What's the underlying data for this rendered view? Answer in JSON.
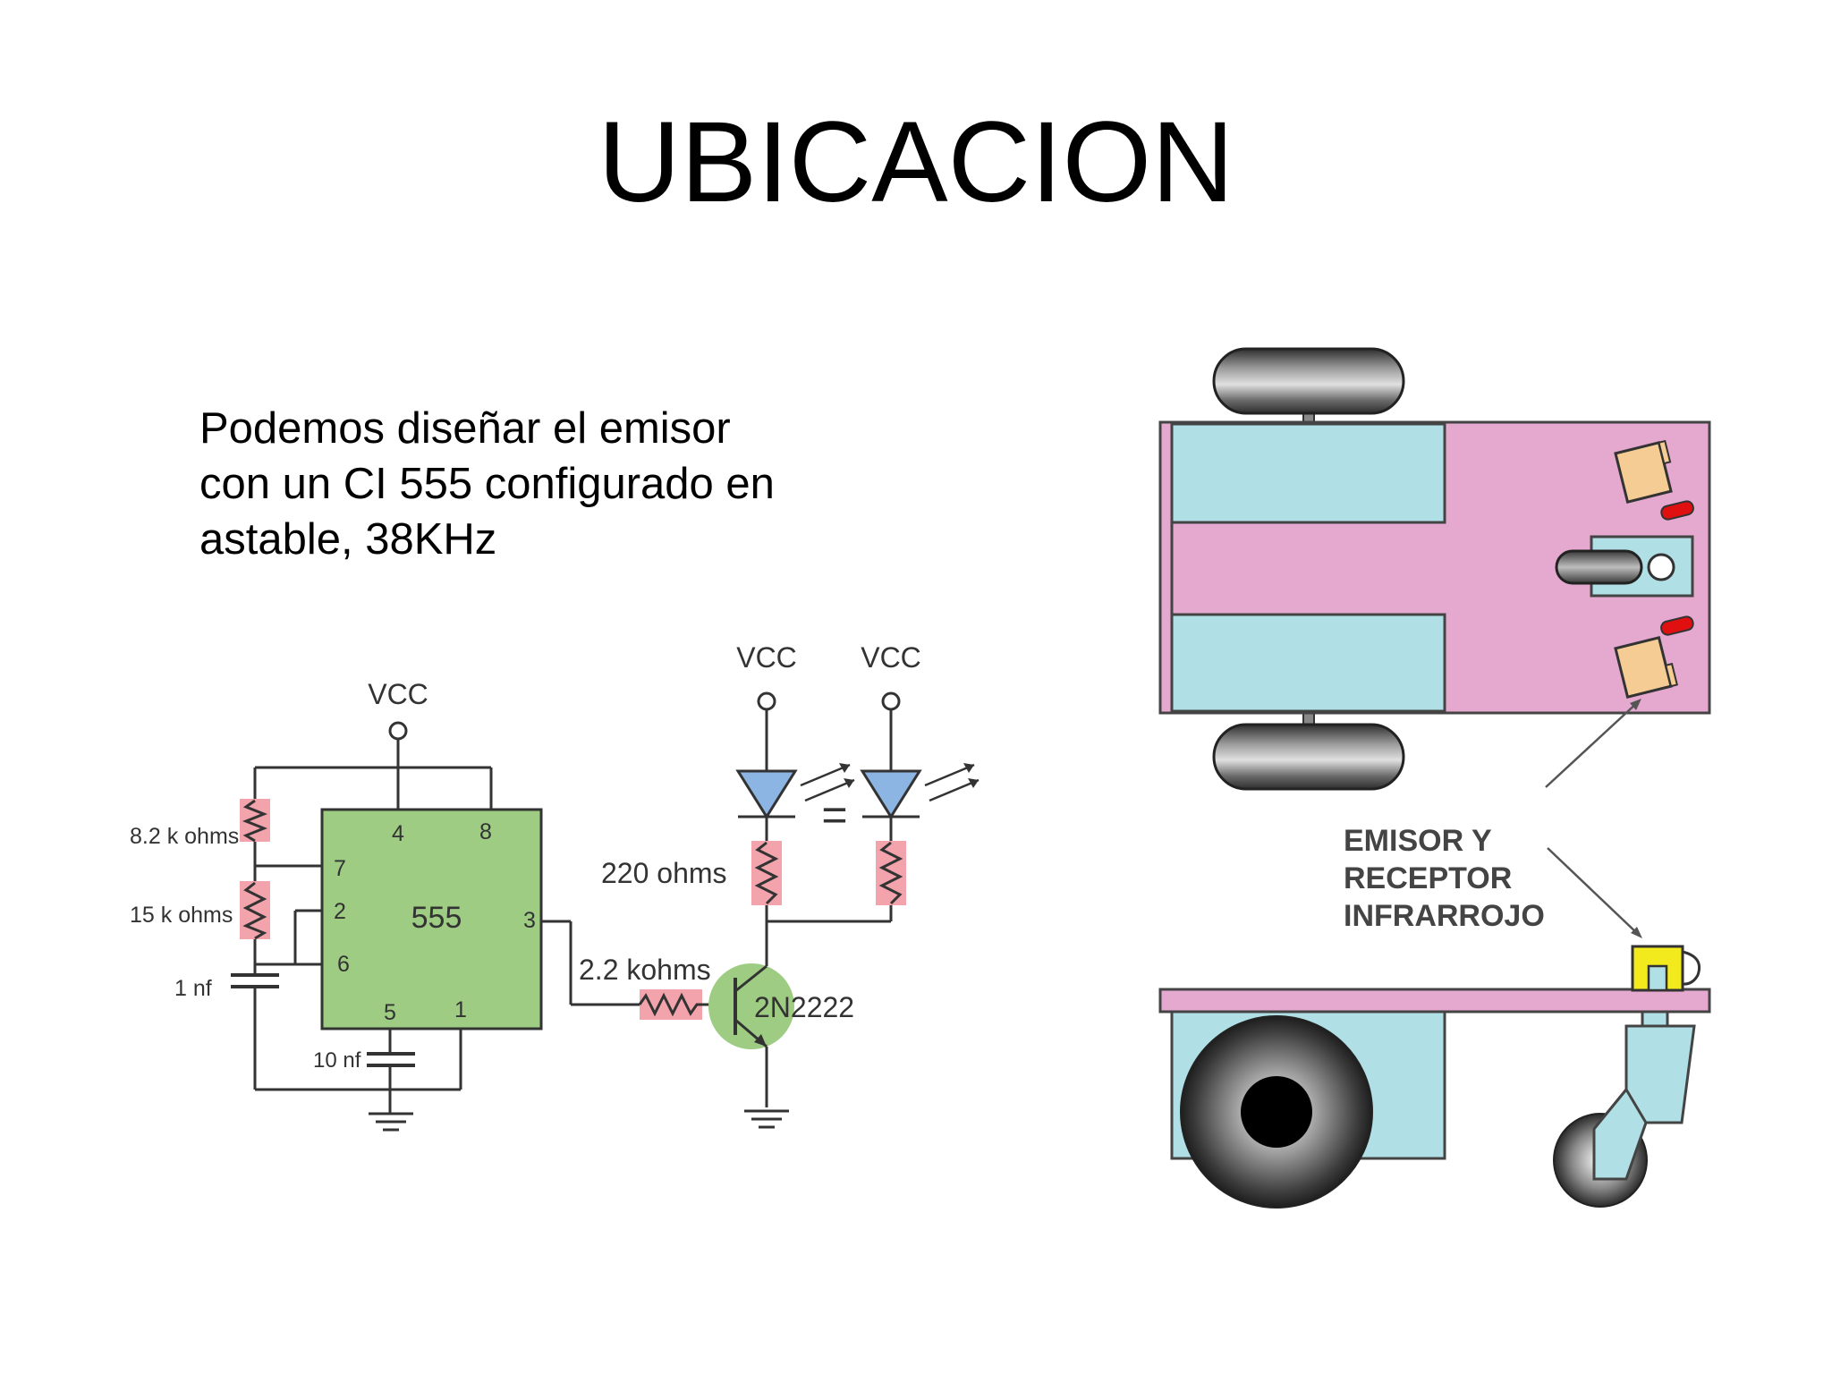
{
  "slide": {
    "title": "UBICACION",
    "body_lines": [
      "Podemos diseñar el emisor",
      "con un CI 555 configurado en",
      "astable, 38KHz"
    ]
  },
  "circuit": {
    "vcc_label": "VCC",
    "ic_label": "555",
    "pins": {
      "p4": "4",
      "p8": "8",
      "p7": "7",
      "p2": "2",
      "p6": "6",
      "p3": "3",
      "p5": "5",
      "p1": "1"
    },
    "r1_label": "8.2 k ohms",
    "r2_label": "15 k ohms",
    "c1_label": "1 nf",
    "c2_label": "10 nf",
    "r_base_label": "2.2 kohms",
    "r_led_label": "220 ohms",
    "transistor_label": "2N2222",
    "equals_sign": "="
  },
  "robot": {
    "callout_lines": [
      "EMISOR Y",
      "RECEPTOR",
      "INFRARROJO"
    ]
  },
  "colors": {
    "ic_fill": "#9dcc82",
    "resistor_fill": "#f2a3ab",
    "led_fill": "#8db5e4",
    "transistor_fill": "#9dcc82",
    "chassis_pink": "#e5a8cf",
    "panel_blue": "#b1dfe6",
    "tire_dark": "#3a3a3a",
    "sensor_tan": "#f5cd94",
    "sensor_red": "#e01010",
    "sensor_yellow": "#f2ea1c"
  }
}
